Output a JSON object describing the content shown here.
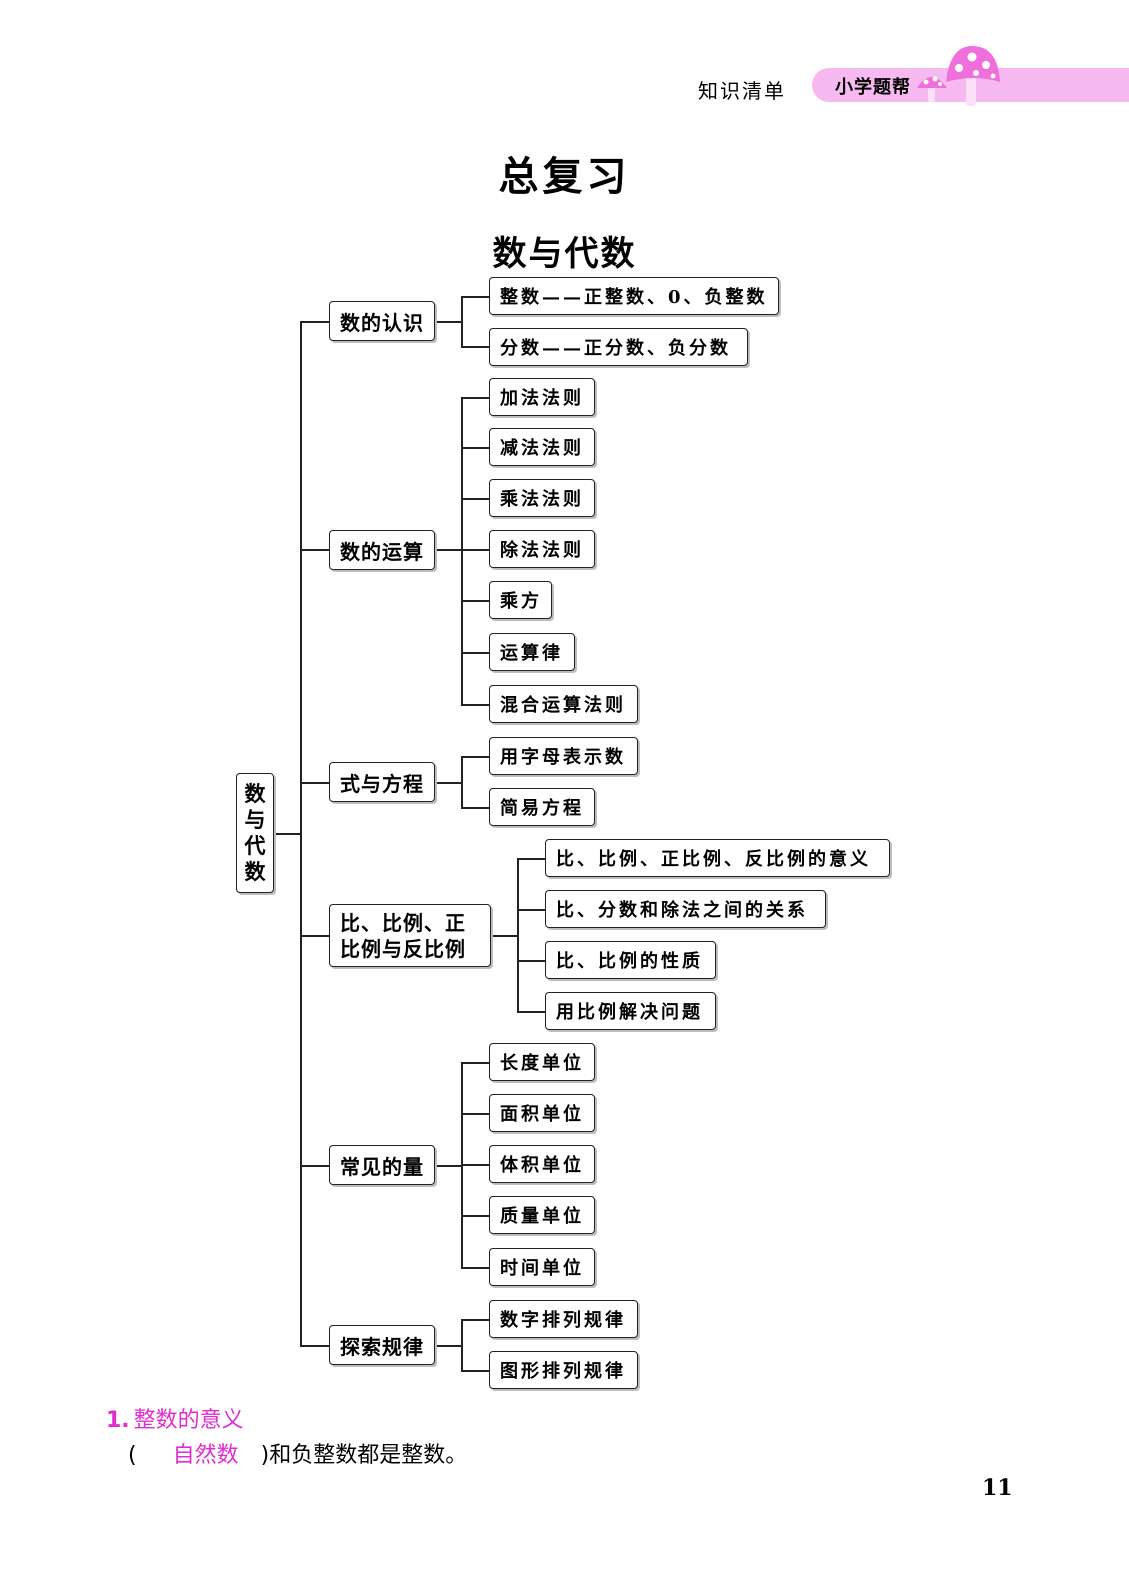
{
  "header": {
    "section_label": "知识清单",
    "brand_label": "小学题帮",
    "accent_color": "#f6b9f0",
    "decoration_icon": "mushroom-icon"
  },
  "title": "总复习",
  "subtitle": "数与代数",
  "mindmap": {
    "root": "数与代数",
    "branches": [
      {
        "label": "数的认识",
        "children": [
          "整数——正整数、0、负整数",
          "分数——正分数、负分数"
        ]
      },
      {
        "label": "数的运算",
        "children": [
          "加法法则",
          "减法法则",
          "乘法法则",
          "除法法则",
          "乘方",
          "运算律",
          "混合运算法则"
        ]
      },
      {
        "label": "式与方程",
        "children": [
          "用字母表示数",
          "简易方程"
        ]
      },
      {
        "label": "比、比例、正比例与反比例",
        "children": [
          "比、比例、正比例、反比例的意义",
          "比、分数和除法之间的关系",
          "比、比例的性质",
          "用比例解决问题"
        ]
      },
      {
        "label": "常见的量",
        "children": [
          "长度单位",
          "面积单位",
          "体积单位",
          "质量单位",
          "时间单位"
        ]
      },
      {
        "label": "探索规律",
        "children": [
          "数字排列规律",
          "图形排列规律"
        ]
      }
    ]
  },
  "question": {
    "number": "1.",
    "title": "整数的意义",
    "open_paren": "(",
    "answer": "自然数",
    "rest": ")和负整数都是整数。",
    "answer_color": "#e12cd0"
  },
  "page_number": "11"
}
